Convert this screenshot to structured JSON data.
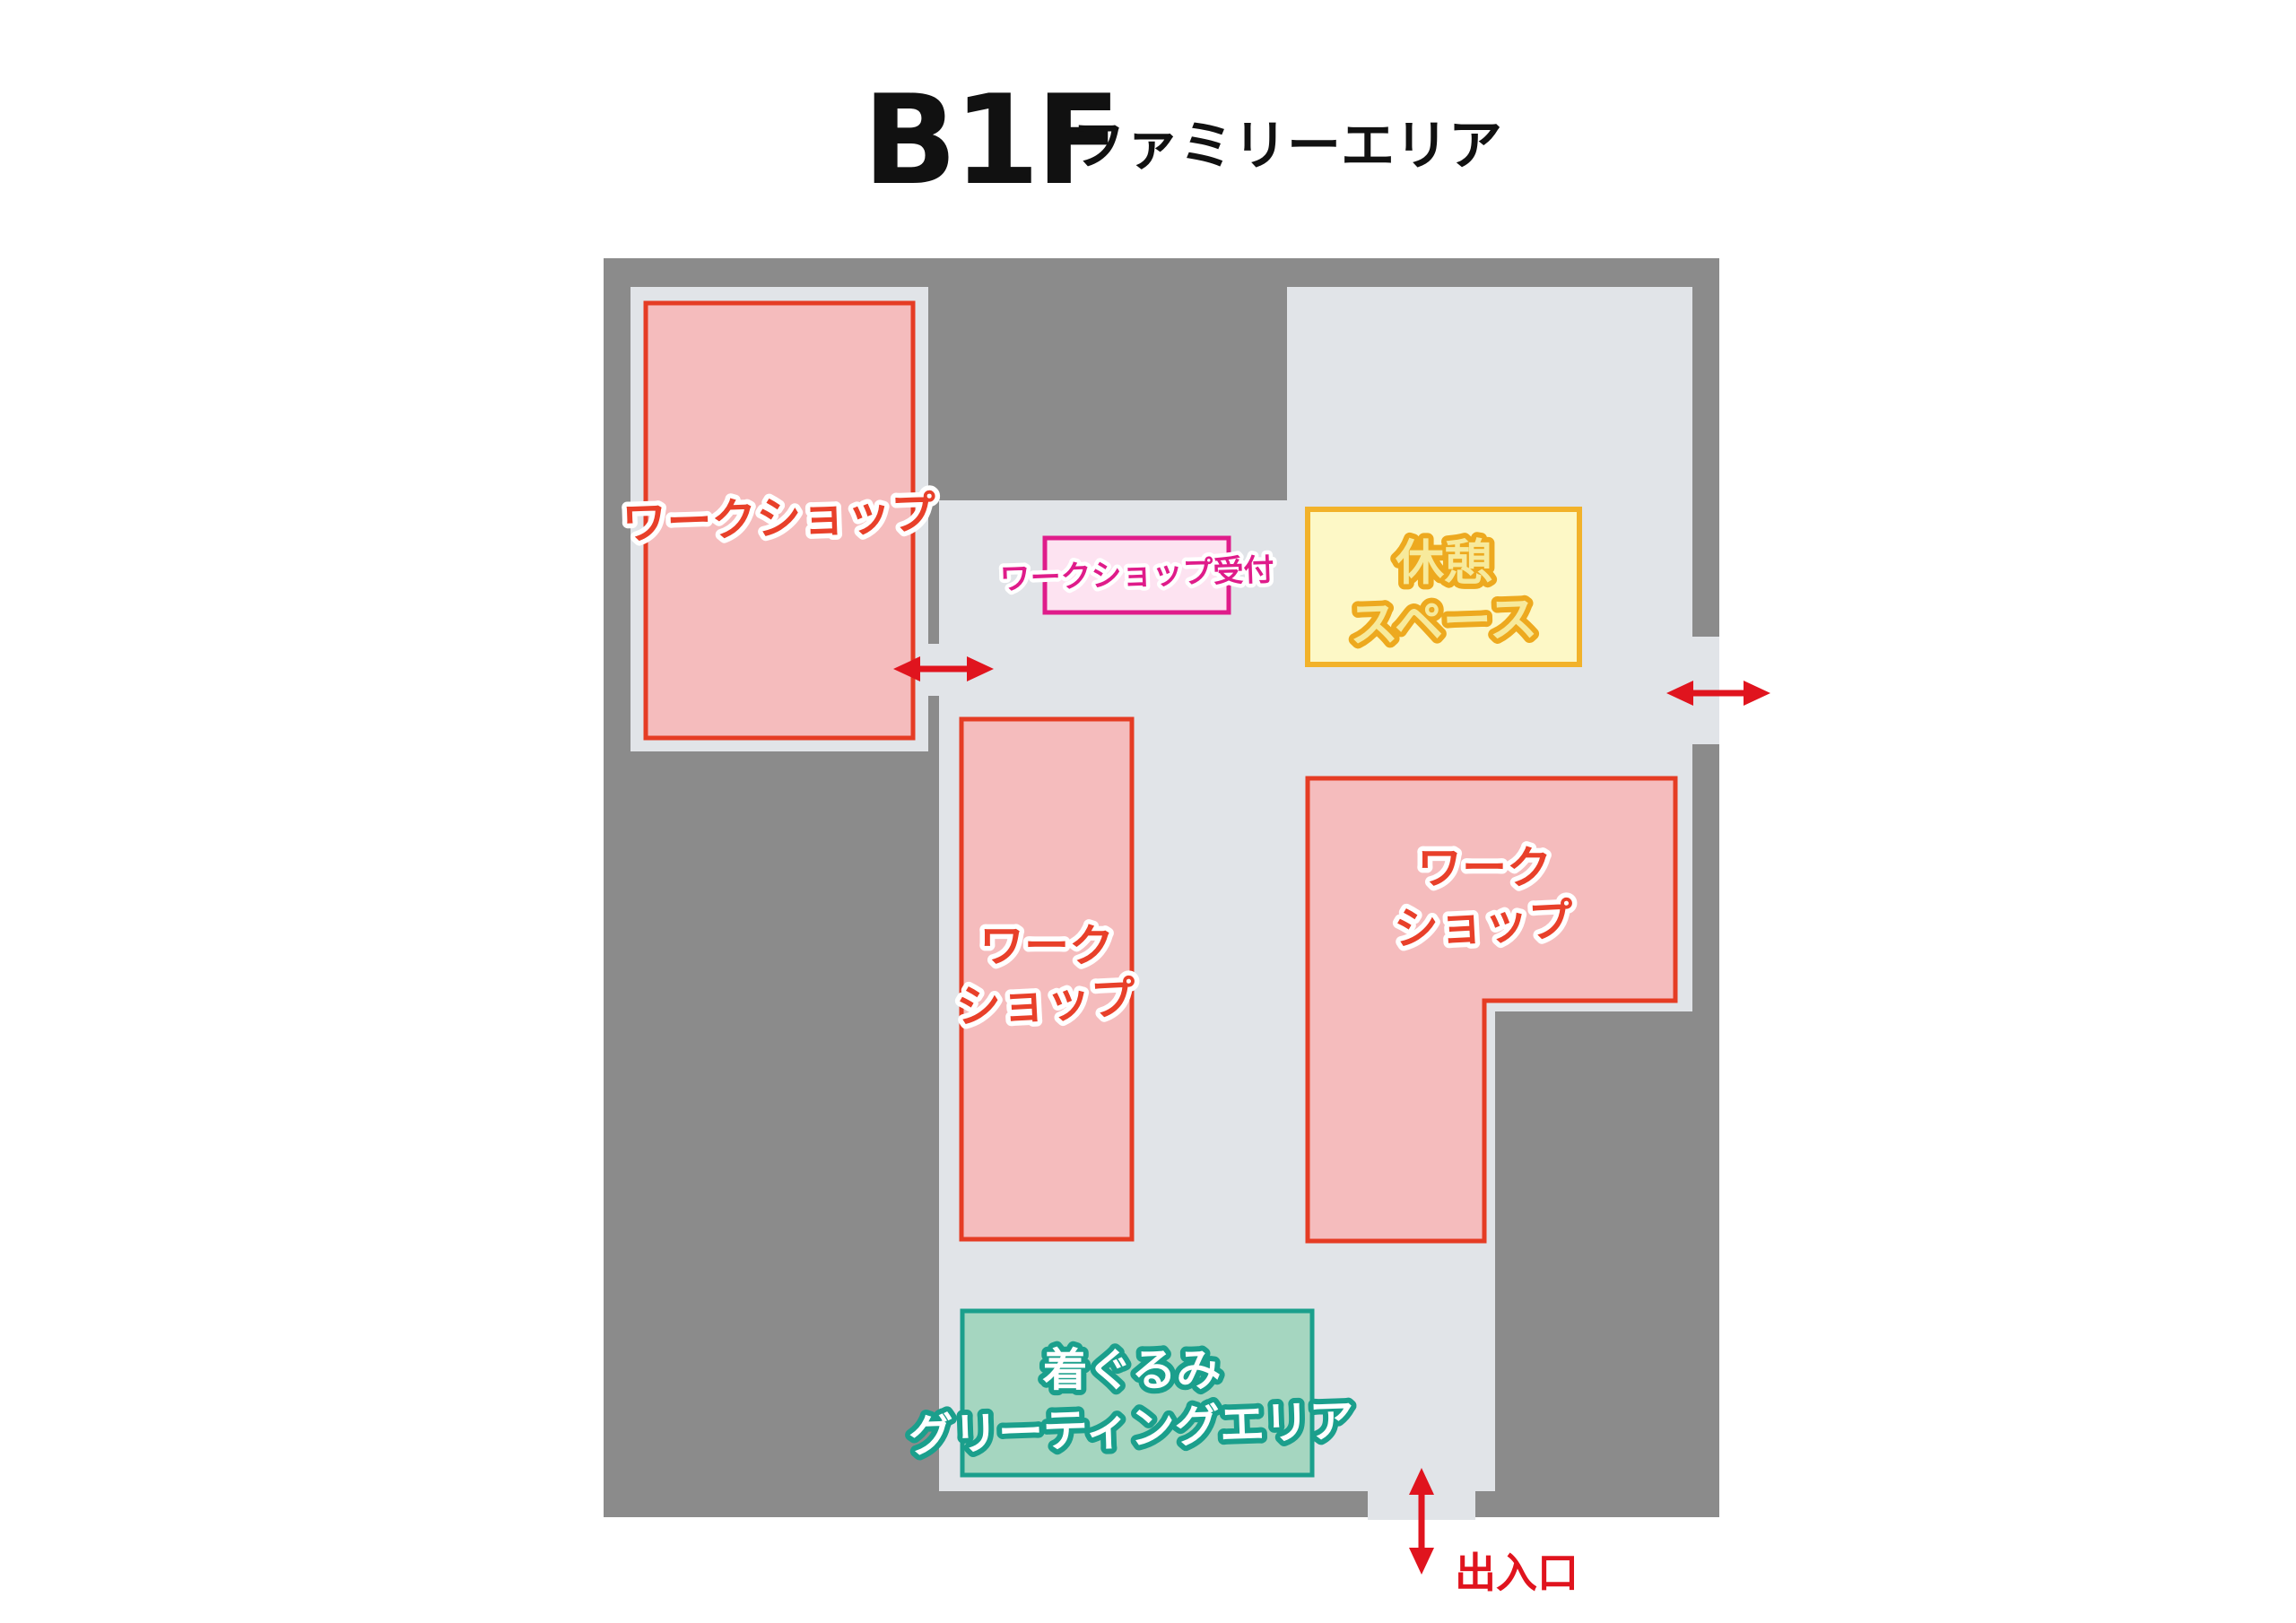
{
  "header": {
    "floor_code": "B1F",
    "floor_name": "ファミリーエリア"
  },
  "zones": {
    "workshop_top_left": {
      "label": "ワークショップ"
    },
    "workshop_reception": {
      "label": "ワークショップ受付"
    },
    "rest_space": {
      "line1": "休憩",
      "line2": "スペース"
    },
    "workshop_center": {
      "line1": "ワーク",
      "line2": "ショップ"
    },
    "workshop_right": {
      "line1": "ワーク",
      "line2": "ショップ"
    },
    "greeting_area": {
      "line1": "着ぐるみ",
      "line2": "グリーティングエリア"
    }
  },
  "entrance": {
    "label": "出入口"
  },
  "colors": {
    "wall": "#8b8b8b",
    "corridor": "#e1e4e8",
    "workshop_fill": "#f5bcbd",
    "workshop_stroke": "#e53c24",
    "reception_fill": "#fde3f1",
    "reception_stroke": "#df1c8a",
    "rest_fill": "#fdf8c6",
    "rest_stroke": "#f2b22a",
    "greeting_fill": "#a5d6c0",
    "greeting_stroke": "#1b9f8c",
    "arrow": "#e0141e"
  },
  "icons": [
    "double-arrow-icon"
  ]
}
